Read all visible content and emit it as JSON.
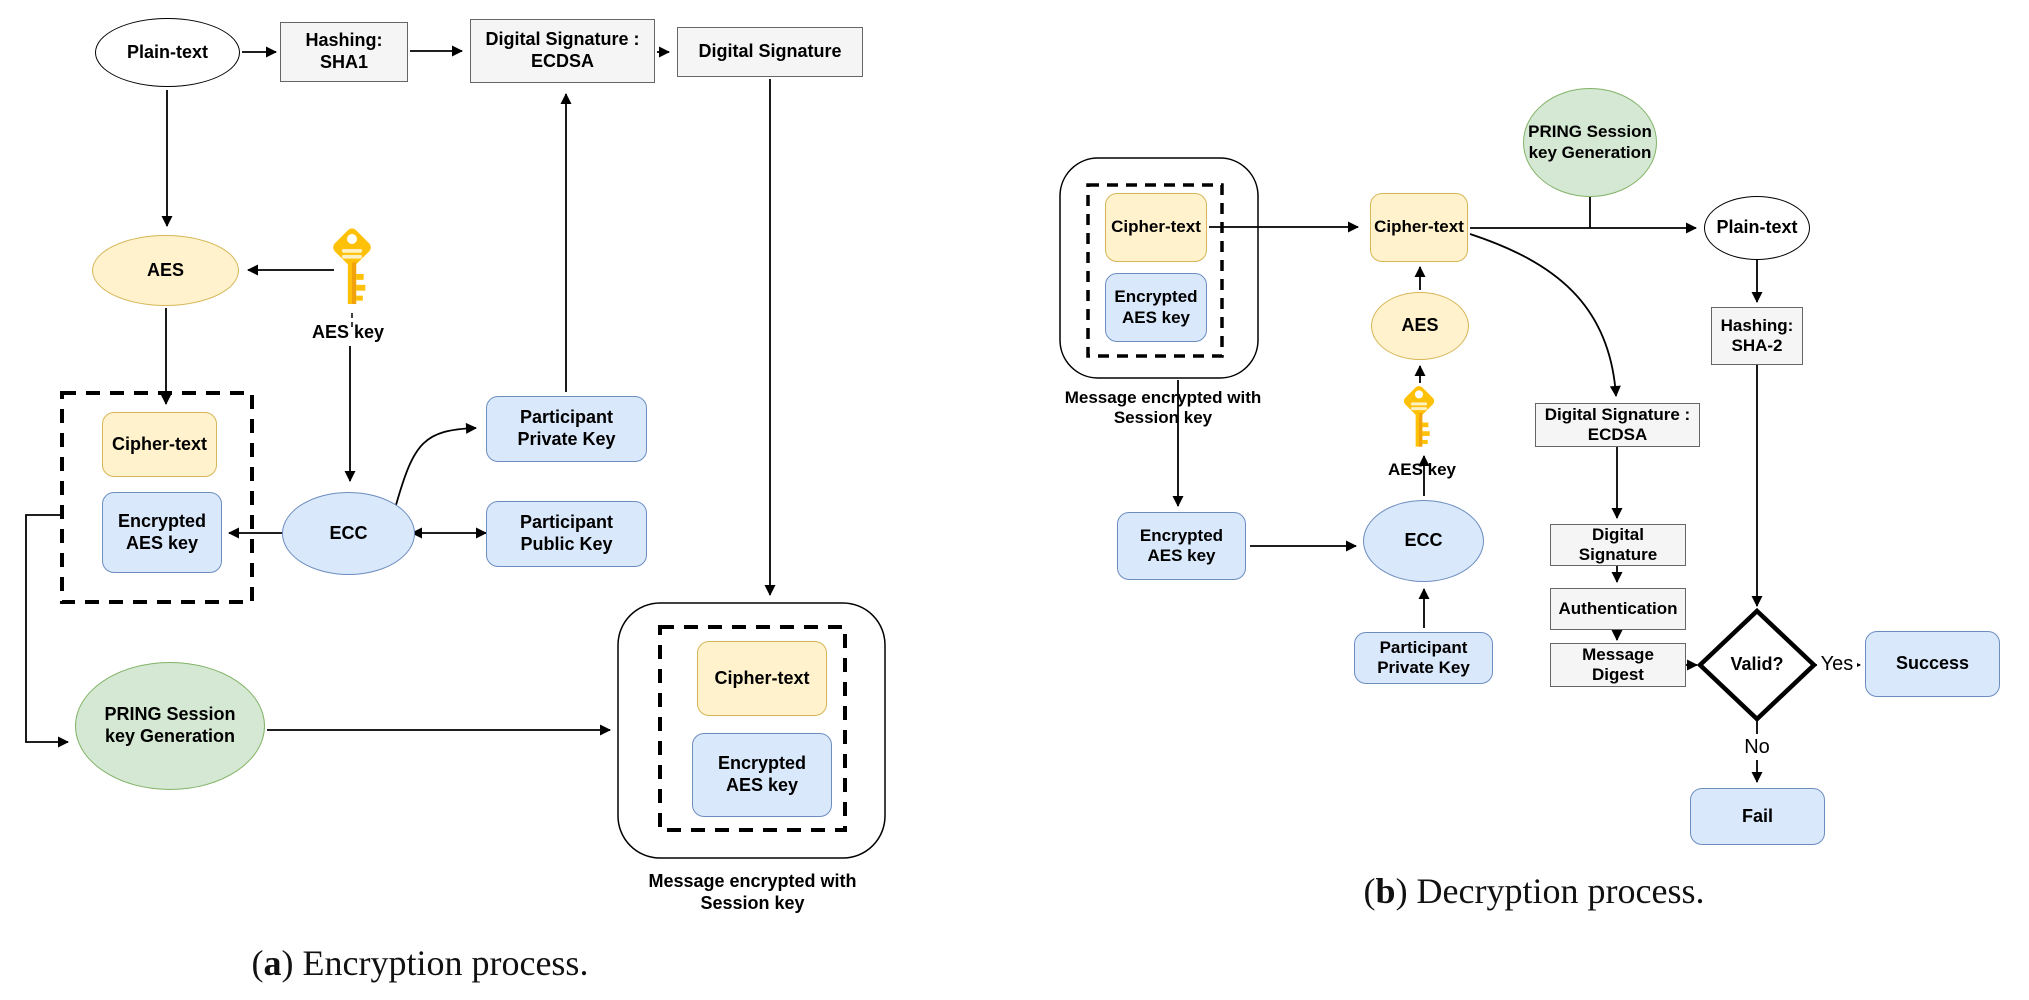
{
  "figure": {
    "type": "flowchart-pair",
    "colors": {
      "yellow_fill": "#FFF2CC",
      "yellow_stroke": "#D6B656",
      "blue_fill": "#DAE8FC",
      "blue_stroke": "#6C8EBF",
      "green_fill": "#D5E8D4",
      "green_stroke": "#82B366",
      "gray_fill": "#F5F5F5",
      "gray_stroke": "#666666",
      "key_gold": "#FFC107",
      "line": "#000000"
    }
  },
  "a": {
    "caption": {
      "open": "(",
      "letter": "a",
      "rest": ") Encryption process."
    },
    "nodes": {
      "plain_text": "Plain-text",
      "hashing": "Hashing:\nSHA1",
      "ds_ecdsa": "Digital Signature :\nECDSA",
      "digital_signature": "Digital Signature",
      "aes": "AES",
      "aes_key_label": "AES key",
      "cipher_text": "Cipher-text",
      "encrypted_aes_key": "Encrypted\nAES key",
      "ecc": "ECC",
      "participant_private_key": "Participant\nPrivate Key",
      "participant_public_key": "Participant\nPublic Key",
      "pring": "PRING Session\nkey Generation",
      "msg_cipher_text": "Cipher-text",
      "msg_encrypted_aes_key": "Encrypted\nAES key",
      "msg_label": "Message encrypted with\nSession key"
    }
  },
  "b": {
    "caption": {
      "open": "(",
      "letter": "b",
      "rest": ") Decryption process."
    },
    "nodes": {
      "msg_cipher_text": "Cipher-text",
      "msg_encrypted_aes_key": "Encrypted\nAES key",
      "msg_label": "Message encrypted with\nSession key",
      "cipher_text": "Cipher-text",
      "aes": "AES",
      "aes_key_label": "AES key",
      "pring": "PRING Session\nkey Generation",
      "plain_text": "Plain-text",
      "hashing": "Hashing:\nSHA-2",
      "encrypted_aes_key": "Encrypted\nAES key",
      "ecc": "ECC",
      "participant_private_key": "Participant\nPrivate Key",
      "ds_ecdsa": "Digital Signature :\nECDSA",
      "digital_signature": "Digital\nSignature",
      "authentication": "Authentication",
      "message_digest": "Message\nDigest",
      "valid": "Valid?",
      "yes": "Yes",
      "no": "No",
      "success": "Success",
      "fail": "Fail"
    }
  }
}
